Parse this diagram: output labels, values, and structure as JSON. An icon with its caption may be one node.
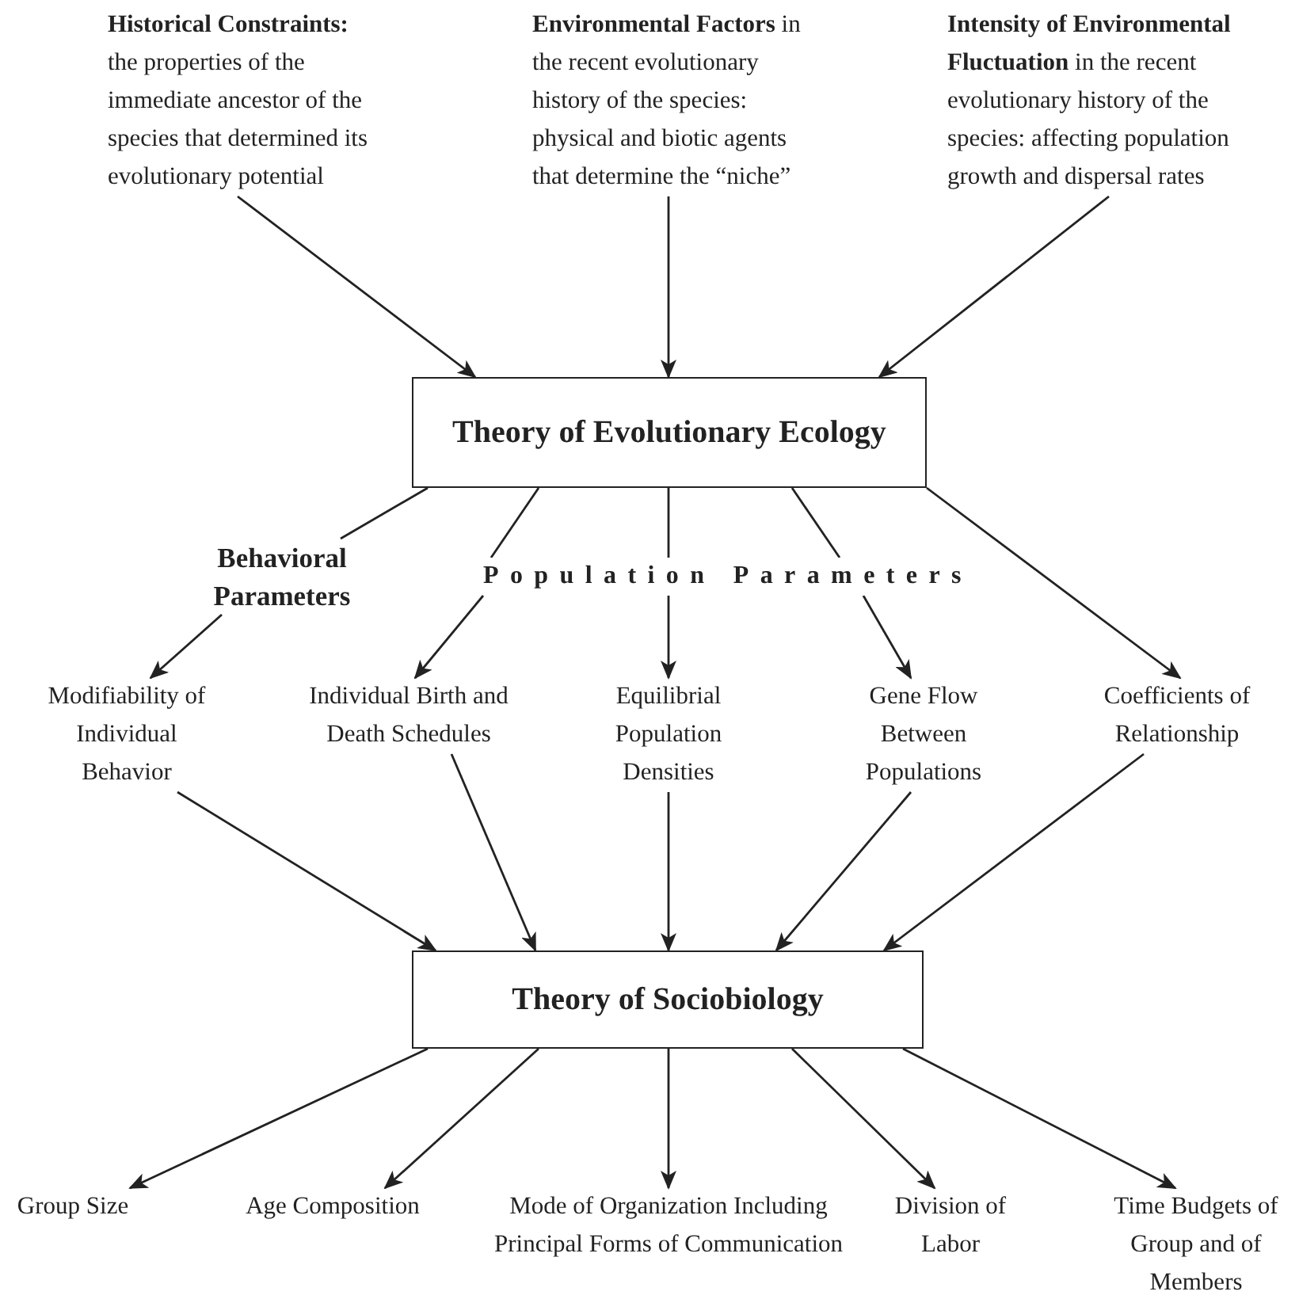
{
  "diagram": {
    "nodes": [
      {
        "text": [
          "**Historical Constraints:** the properties of the immediate ancestor of the species that determined its evolutionary potential"
        ]
      },
      {
        "text": [
          "**Environmental Factors** in the recent evolutionary history of the species: physical and biotic agents that determine the “niche”"
        ]
      },
      {
        "text": [
          "**Intensity of Environmental Fluctuation** in the recent evolutionary history of the species: affecting population growth and dispersal rates"
        ]
      },
      {
        "text": [
          "Theory of Evolutionary Ecology"
        ]
      },
      {
        "text": [
          "Behavioral Parameters"
        ]
      },
      {
        "text": [
          "Population Parameters"
        ]
      },
      {
        "text": [
          "Modifiability of Individual Behavior"
        ]
      },
      {
        "text": [
          "Individual Birth and Death Schedules"
        ]
      },
      {
        "text": [
          "Equilibrial Population Densities"
        ]
      },
      {
        "text": [
          "Gene Flow Between Populations"
        ]
      },
      {
        "text": [
          "Coefficients of Relationship"
        ]
      },
      {
        "text": [
          "Theory of Sociobiology"
        ]
      },
      {
        "text": [
          "Group Size"
        ]
      },
      {
        "text": [
          "Age Composition"
        ]
      },
      {
        "text": [
          "Mode of Organization Including Principal Forms of Communication"
        ]
      },
      {
        "text": [
          "Division of Labor"
        ]
      },
      {
        "text": [
          "Time Budgets of Group and of Members"
        ]
      }
    ],
    "edges": [
      {
        "from": 0,
        "to": 3,
        "arrow": "to"
      },
      {
        "from": 1,
        "to": 3,
        "arrow": "to"
      },
      {
        "from": 2,
        "to": 3,
        "arrow": "to"
      },
      {
        "from": 3,
        "to": 4,
        "arrow": "none"
      },
      {
        "from": 4,
        "to": 6,
        "arrow": "to"
      },
      {
        "from": 3,
        "to": 5,
        "arrow": "none"
      },
      {
        "from": 3,
        "to": 5,
        "arrow": "none"
      },
      {
        "from": 3,
        "to": 5,
        "arrow": "none"
      },
      {
        "from": 5,
        "to": 7,
        "arrow": "to"
      },
      {
        "from": 5,
        "to": 8,
        "arrow": "to"
      },
      {
        "from": 5,
        "to": 9,
        "arrow": "to"
      },
      {
        "from": 3,
        "to": 10,
        "arrow": "to"
      },
      {
        "from": 6,
        "to": 11,
        "arrow": "to"
      },
      {
        "from": 7,
        "to": 11,
        "arrow": "to"
      },
      {
        "from": 8,
        "to": 11,
        "arrow": "to"
      },
      {
        "from": 9,
        "to": 11,
        "arrow": "to"
      },
      {
        "from": 10,
        "to": 11,
        "arrow": "to"
      },
      {
        "from": 11,
        "to": 12,
        "arrow": "to"
      },
      {
        "from": 11,
        "to": 13,
        "arrow": "to"
      },
      {
        "from": 11,
        "to": 14,
        "arrow": "to"
      },
      {
        "from": 11,
        "to": 15,
        "arrow": "to"
      },
      {
        "from": 11,
        "to": 16,
        "arrow": "to"
      }
    ]
  }
}
